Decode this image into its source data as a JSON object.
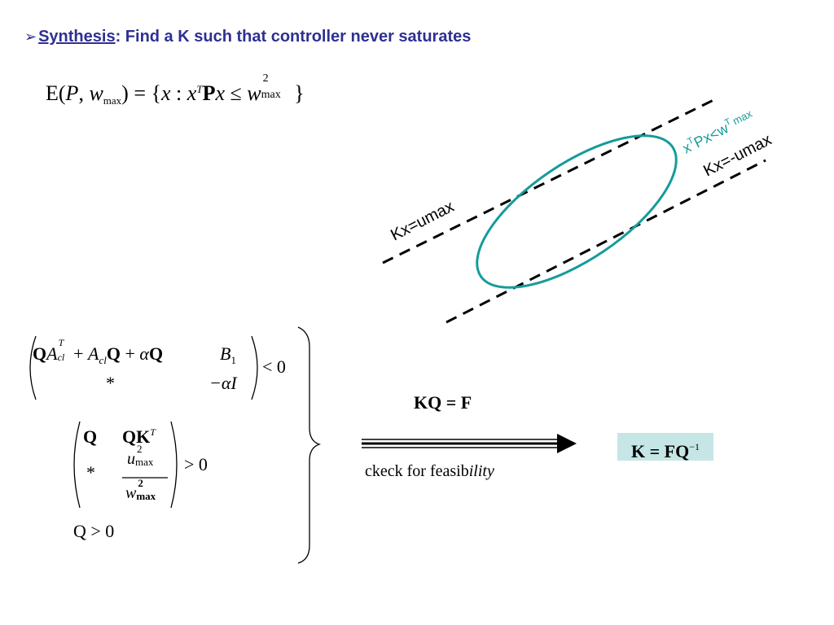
{
  "heading": {
    "bullet": "➢",
    "keyword": "Synthesis",
    "rest": ": Find a K such that controller never saturates"
  },
  "ellipsoid_definition": {
    "lhs_E": "E(",
    "lhs_P": "P",
    "lhs_comma": ", ",
    "lhs_w": "w",
    "lhs_sub": "max",
    "lhs_close": ")",
    "eq": " = {",
    "x": "x",
    "colon": " : ",
    "xt": "x",
    "t_sup": "T",
    "P_bold": "P",
    "x2": "x",
    "le": " ≤ ",
    "w": "w",
    "w_sup": "2",
    "w_sub": "max",
    "close": " }"
  },
  "figure": {
    "line_upper_label": "Kx=umax",
    "line_lower_label": "Kx=-umax",
    "ellipse_label_x": "x",
    "ellipse_label_T": "T",
    "ellipse_label_mid": "Px<w",
    "ellipse_label_T2": "T",
    "ellipse_label_max": "max",
    "ellipse_color": "#169b9b"
  },
  "lmi1": {
    "Q1": "Q",
    "A": "A",
    "A_sup": "T",
    "A_sub": "cl",
    "plus1": " + ",
    "A2": "A",
    "A2_sub": "cl",
    "Q2": "Q",
    "plus2": " + ",
    "alpha": "α",
    "Q3": "Q",
    "B": "B",
    "B_sub": "1",
    "star": "*",
    "neg_alpha_I": "−αI",
    "relation": "< 0"
  },
  "lmi2": {
    "Q": "Q",
    "QK": "QK",
    "QK_sup": "T",
    "star": "*",
    "num_u": "u",
    "num_sup": "2",
    "num_sub": "max",
    "den_w": "w",
    "den_sup": "2",
    "den_sub": "max",
    "relation": "> 0"
  },
  "q_positive": "Q > 0",
  "kq_equation": "KQ = F",
  "feasibility_label": {
    "plain": "ckeck for feasib",
    "italic": "ility"
  },
  "k_result": {
    "text": "K = FQ",
    "sup": "−1",
    "background": "#c6e6e6"
  }
}
